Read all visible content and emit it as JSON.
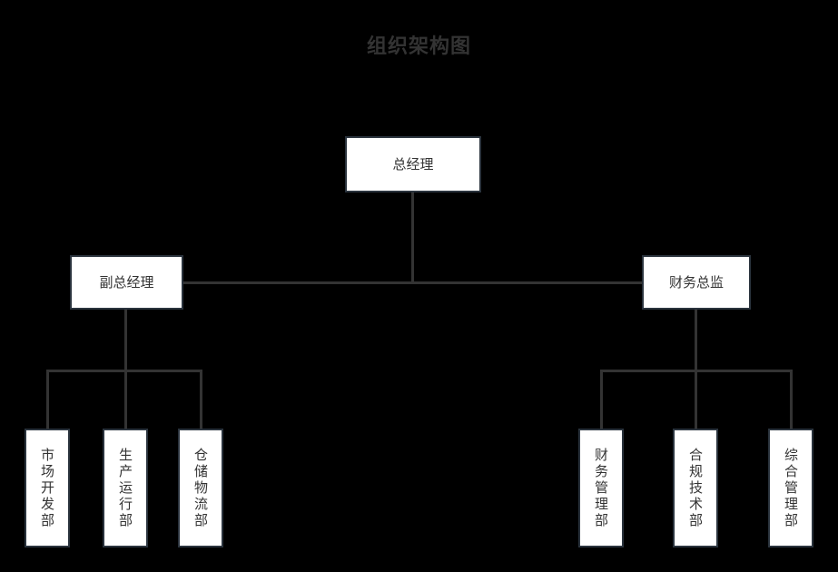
{
  "title": "组织架构图",
  "theme": {
    "background": "#000000",
    "node_fill": "#ffffff",
    "node_border": "#2a333d",
    "text": "#333333",
    "connector": "#333333"
  },
  "chart_data": {
    "type": "diagram",
    "diagram_kind": "org-chart",
    "title": "组织架构图",
    "nodes": [
      {
        "id": "ceo",
        "label": "总经理",
        "level": 0,
        "orientation": "horizontal"
      },
      {
        "id": "vp",
        "label": "副总经理",
        "level": 1,
        "orientation": "horizontal"
      },
      {
        "id": "cfo",
        "label": "财务总监",
        "level": 1,
        "orientation": "horizontal"
      },
      {
        "id": "dept1",
        "label": "市场开发部",
        "level": 2,
        "orientation": "vertical",
        "parent": "vp"
      },
      {
        "id": "dept2",
        "label": "生产运行部",
        "level": 2,
        "orientation": "vertical",
        "parent": "vp"
      },
      {
        "id": "dept3",
        "label": "仓储物流部",
        "level": 2,
        "orientation": "vertical",
        "parent": "vp"
      },
      {
        "id": "dept4",
        "label": "财务管理部",
        "level": 2,
        "orientation": "vertical",
        "parent": "cfo"
      },
      {
        "id": "dept5",
        "label": "合规技术部",
        "level": 2,
        "orientation": "vertical",
        "parent": "cfo"
      },
      {
        "id": "dept6",
        "label": "综合管理部",
        "level": 2,
        "orientation": "vertical",
        "parent": "cfo"
      }
    ],
    "edges": [
      {
        "from": "ceo",
        "to": "vp"
      },
      {
        "from": "ceo",
        "to": "cfo"
      },
      {
        "from": "vp",
        "to": "dept1"
      },
      {
        "from": "vp",
        "to": "dept2"
      },
      {
        "from": "vp",
        "to": "dept3"
      },
      {
        "from": "cfo",
        "to": "dept4"
      },
      {
        "from": "cfo",
        "to": "dept5"
      },
      {
        "from": "cfo",
        "to": "dept6"
      }
    ]
  },
  "nodes": {
    "ceo": "总经理",
    "vp": "副总经理",
    "cfo": "财务总监",
    "dept1": "市场开发部",
    "dept2": "生产运行部",
    "dept3": "仓储物流部",
    "dept4": "财务管理部",
    "dept5": "合规技术部",
    "dept6": "综合管理部"
  }
}
